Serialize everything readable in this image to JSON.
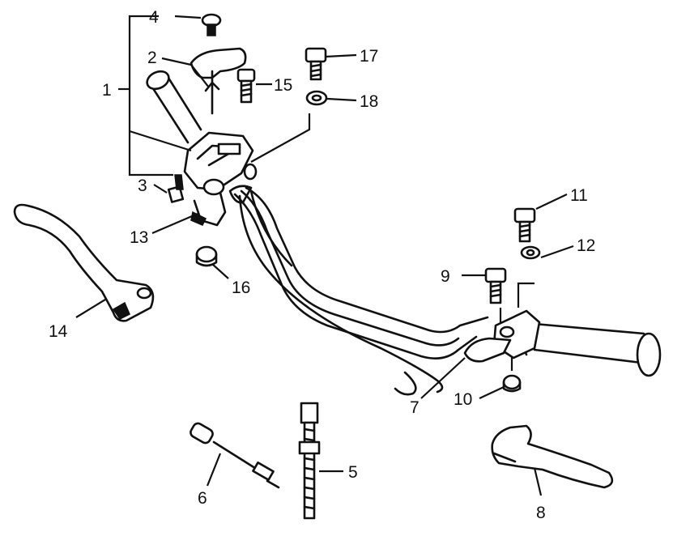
{
  "diagram": {
    "callouts": {
      "c1": "1",
      "c2": "2",
      "c3": "3",
      "c4": "4",
      "c5": "5",
      "c6": "6",
      "c7": "7",
      "c8": "8",
      "c9": "9",
      "c10": "10",
      "c11": "11",
      "c12": "12",
      "c13": "13",
      "c14": "14",
      "c15": "15",
      "c16": "16",
      "c17": "17",
      "c18": "18"
    },
    "ink_color": "#111111",
    "background_color": "#ffffff"
  }
}
